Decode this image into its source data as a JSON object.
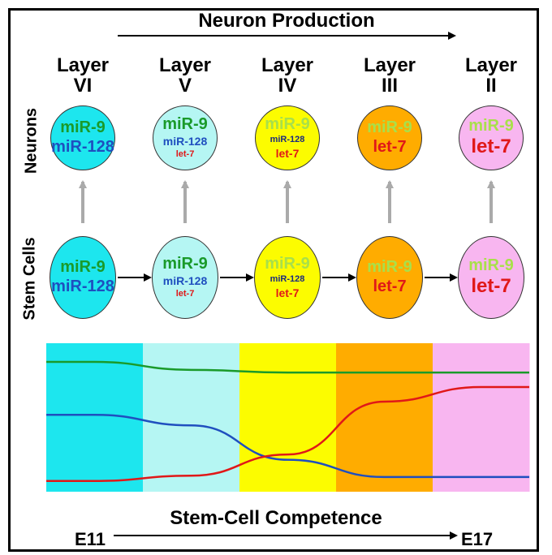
{
  "title": "Neuron Production",
  "layers": [
    {
      "l1": "Layer",
      "l2": "VI"
    },
    {
      "l1": "Layer",
      "l2": "V"
    },
    {
      "l1": "Layer",
      "l2": "IV"
    },
    {
      "l1": "Layer",
      "l2": "III"
    },
    {
      "l1": "Layer",
      "l2": "II"
    }
  ],
  "row_labels": {
    "neurons": "Neurons",
    "stem": "Stem Cells"
  },
  "cells": [
    {
      "color": "#1de6ee",
      "lines": [
        {
          "t": "miR-9",
          "c": "#1a9a2a",
          "s": "big"
        },
        {
          "t": "miR-128",
          "c": "#1f4fbf",
          "s": "big"
        }
      ]
    },
    {
      "color": "#b5f6f3",
      "lines": [
        {
          "t": "miR-9",
          "c": "#1a9a2a",
          "s": "big"
        },
        {
          "t": "miR-128",
          "c": "#1f4fbf",
          "s": "med"
        },
        {
          "t": "let-7",
          "c": "#e01818",
          "s": "small"
        }
      ]
    },
    {
      "color": "#fcfc00",
      "lines": [
        {
          "t": "miR-9",
          "c": "#a8e04a",
          "s": "big"
        },
        {
          "t": "miR-128",
          "c": "#1a2a80",
          "s": "small"
        },
        {
          "t": "let-7",
          "c": "#e01818",
          "s": "med"
        }
      ]
    },
    {
      "color": "#ffac00",
      "lines": [
        {
          "t": "miR-9",
          "c": "#a8e04a",
          "s": "big"
        },
        {
          "t": "let-7",
          "c": "#e01818",
          "s": "big"
        }
      ]
    },
    {
      "color": "#f8b6f0",
      "lines": [
        {
          "t": "miR-9",
          "c": "#a8e04a",
          "s": "big"
        },
        {
          "t": "let-7",
          "c": "#e01818",
          "s": "xl"
        }
      ]
    }
  ],
  "bottom_title": "Stem-Cell Competence",
  "time_start": "E11",
  "time_end": "E17",
  "chart_data": {
    "type": "line",
    "bands": [
      "Layer VI",
      "Layer V",
      "Layer IV",
      "Layer III",
      "Layer II"
    ],
    "band_colors": [
      "#1de6ee",
      "#b5f6f3",
      "#fcfc00",
      "#ffac00",
      "#f8b6f0"
    ],
    "series": [
      {
        "color": "#1a9a2a",
        "values": [
          0.92,
          0.86,
          0.84,
          0.84,
          0.84
        ]
      },
      {
        "color": "#1f4fbf",
        "values": [
          0.52,
          0.44,
          0.18,
          0.05,
          0.05
        ]
      },
      {
        "color": "#e01818",
        "values": [
          0.02,
          0.06,
          0.22,
          0.62,
          0.73
        ]
      }
    ],
    "ylim": [
      0,
      1
    ]
  }
}
